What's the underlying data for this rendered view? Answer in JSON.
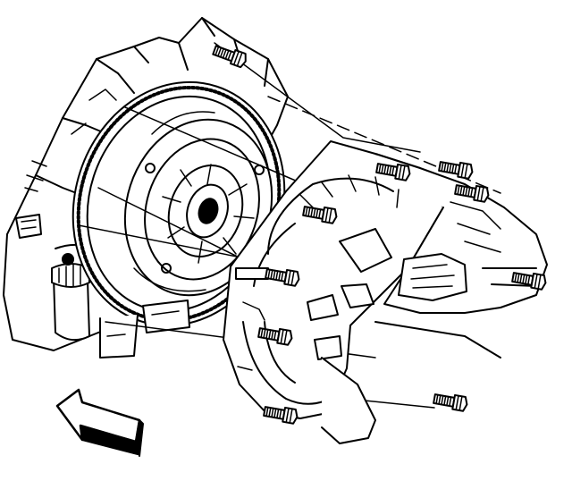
{
  "figure": {
    "kind": "exploded-view line drawing",
    "subject_parts": [
      "engine-block",
      "flywheel",
      "clutch-pressure-plate",
      "bellhousing",
      "transmission-case",
      "bolts",
      "oil-filter",
      "direction-arrow"
    ],
    "stroke_color": "#000000",
    "background_color": "#ffffff",
    "arrow_direction": "front-left",
    "visible_text": []
  }
}
